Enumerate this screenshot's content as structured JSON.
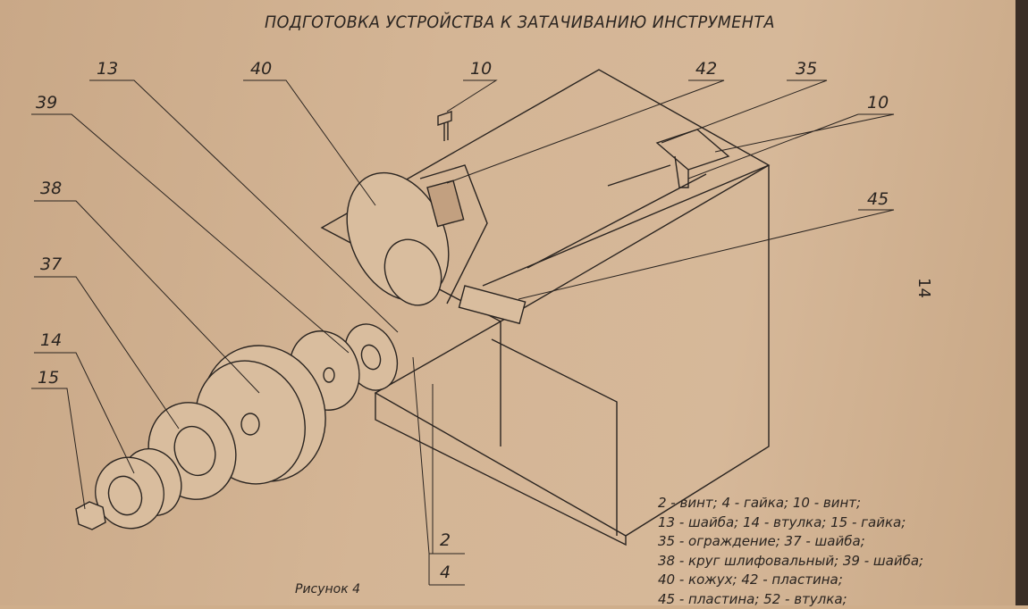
{
  "title": "ПОДГОТОВКА УСТРОЙСТВА К ЗАТАЧИВАНИЮ ИНСТРУМЕНТА",
  "callouts": {
    "c13": "13",
    "c40": "40",
    "c10a": "10",
    "c42": "42",
    "c35": "35",
    "c10b": "10",
    "c45": "45",
    "c39": "39",
    "c38": "38",
    "c37": "37",
    "c14": "14",
    "c15": "15",
    "c2": "2",
    "c4": "4"
  },
  "legend": [
    "2 - винт; 4 - гайка; 10 - винт;",
    "13 - шайба; 14 - втулка; 15 - гайка;",
    "35 - ограждение; 37 - шайба;",
    "38 - круг шлифовальный; 39 - шайба;",
    "40 - кожух; 42 - пластина;",
    "45 - пластина; 52 - втулка;"
  ],
  "caption": "Рисунок 4",
  "page_number": "14"
}
